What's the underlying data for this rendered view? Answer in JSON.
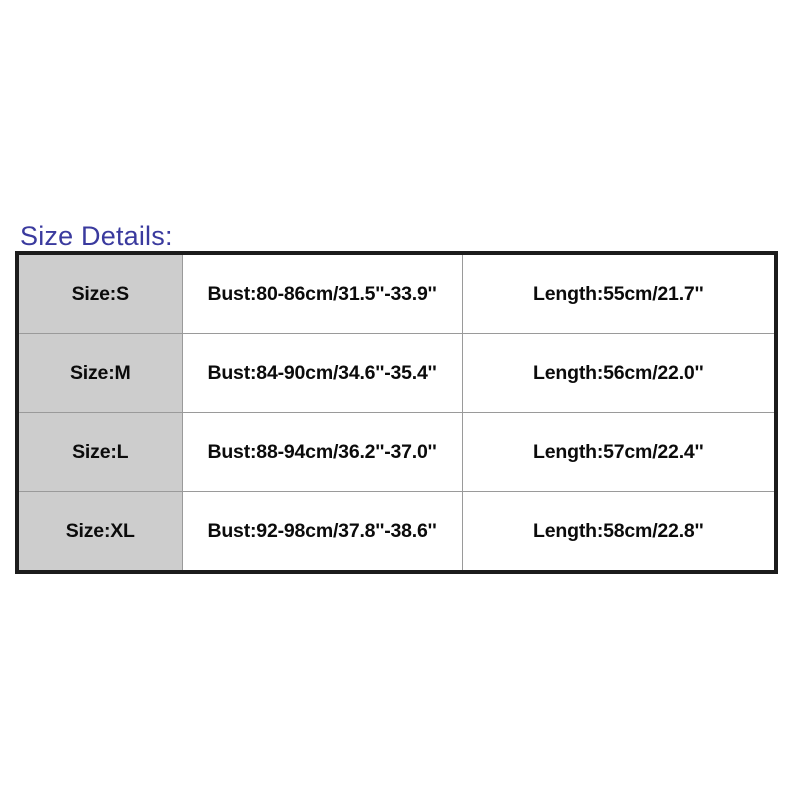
{
  "page": {
    "background_color": "#ffffff",
    "title_color": "#3a3a9e",
    "header_cell_color": "#cdcdcd",
    "cell_color": "#ffffff",
    "border_color": "#1c1c1c",
    "inner_border_color": "#9a9a9a",
    "text_color": "#0b0b0b"
  },
  "heading": {
    "text": "Size Details:"
  },
  "table": {
    "rows": [
      {
        "size": "Size:S",
        "bust": "Bust:80-86cm/31.5''-33.9''",
        "length": "Length:55cm/21.7''"
      },
      {
        "size": "Size:M",
        "bust": "Bust:84-90cm/34.6''-35.4''",
        "length": "Length:56cm/22.0''"
      },
      {
        "size": "Size:L",
        "bust": "Bust:88-94cm/36.2''-37.0''",
        "length": "Length:57cm/22.4''"
      },
      {
        "size": "Size:XL",
        "bust": "Bust:92-98cm/37.8''-38.6''",
        "length": "Length:58cm/22.8''"
      }
    ]
  }
}
